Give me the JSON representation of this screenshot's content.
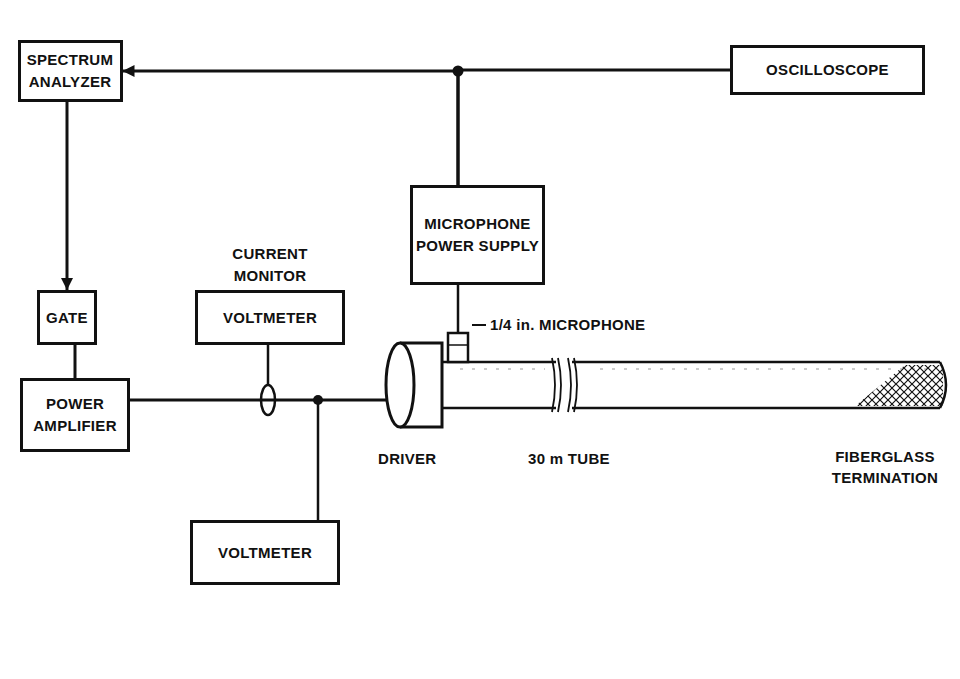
{
  "diagram": {
    "nodes": [
      {
        "text": [
          "SPECTRUM ANALYZER"
        ]
      },
      {
        "text": [
          "OSCILLOSCOPE"
        ]
      },
      {
        "text": [
          "GATE"
        ]
      },
      {
        "text": [
          "CURRENT MONITOR",
          "VOLTMETER"
        ]
      },
      {
        "text": [
          "MICROPHONE POWER SUPPLY"
        ]
      },
      {
        "text": [
          "POWER AMPLIFIER"
        ]
      },
      {
        "text": [
          "VOLTMETER"
        ]
      }
    ],
    "edges": [
      {
        "from": 0,
        "to": 2,
        "arrow": "to"
      },
      {
        "from": 2,
        "to": 5,
        "arrow": "none"
      },
      {
        "from": 4,
        "to": 0,
        "arrow": "to"
      },
      {
        "from": 4,
        "to": 1,
        "arrow": "none"
      }
    ],
    "labels": [
      "1/4 in. MICROPHONE",
      "DRIVER",
      "30 m TUBE",
      "FIBERGLASS TERMINATION"
    ]
  }
}
